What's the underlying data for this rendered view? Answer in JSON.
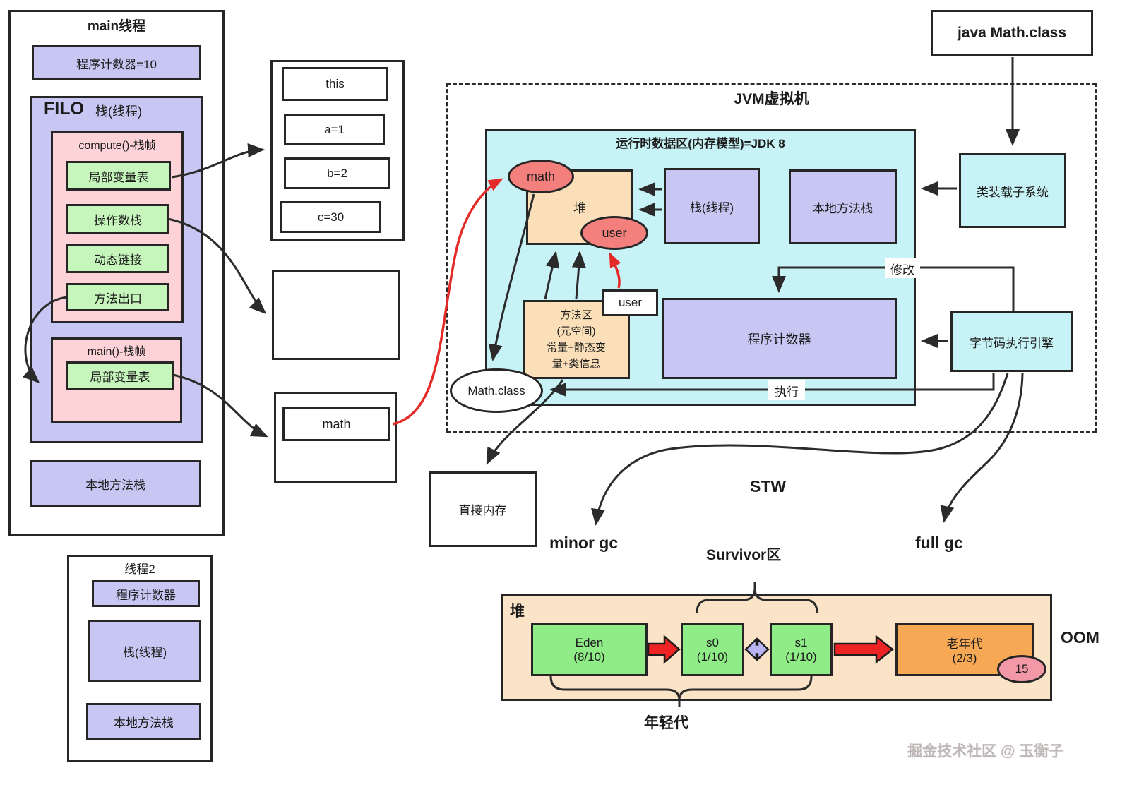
{
  "colors": {
    "purple": "#c8c6f2",
    "green": "#c6f6bc",
    "pink_frame": "#fdd3d7",
    "cyan": "#c8f3f6",
    "tan": "#fadfb8",
    "tan_light": "#fbe3c7",
    "bright_green": "#8fec87",
    "orange": "#f6a855",
    "oval_pink": "#f4807e",
    "age_pink": "#f398a6",
    "red_arrow": "#e42b28",
    "line": "#2b2b2b"
  },
  "main_thread": {
    "title": "main线程",
    "pc": "程序计数器=10",
    "filo_label": "FILO",
    "stack_label": "栈(线程)",
    "compute_frame": {
      "title": "compute()-栈帧",
      "items": [
        "局部变量表",
        "操作数栈",
        "动态链接",
        "方法出口"
      ]
    },
    "main_frame": {
      "title": "main()-栈帧",
      "items": [
        "局部变量表"
      ]
    },
    "native_stack": "本地方法栈"
  },
  "thread2": {
    "title": "线程2",
    "pc": "程序计数器",
    "stack": "栈(线程)",
    "native_stack": "本地方法栈"
  },
  "locals_box": {
    "items": [
      "this",
      "a=1",
      "b=2",
      "c=30"
    ]
  },
  "math_box": {
    "label": "math"
  },
  "jvm": {
    "title": "JVM虚拟机",
    "runtime_title": "运行时数据区(内存模型)=JDK 8",
    "heap_label": "堆",
    "math_oval": "math",
    "user_oval": "user",
    "stack": "栈(线程)",
    "native_stack": "本地方法栈",
    "method_area": [
      "方法区",
      "(元空间)",
      "常量+静态变",
      "量+类信息"
    ],
    "user_ref": "user",
    "pc": "程序计数器",
    "math_class": "Math.class",
    "modify_label": "修改",
    "execute_label": "执行"
  },
  "loader": {
    "java_class": "java Math.class",
    "class_loader": "类装载子系统",
    "engine": "字节码执行引擎"
  },
  "gc": {
    "direct_memory": "直接内存",
    "minor": "minor gc",
    "stw": "STW",
    "full": "full gc",
    "survivor": "Survivor区",
    "oom": "OOM",
    "young": "年轻代",
    "heap_label": "堆",
    "eden": [
      "Eden",
      "(8/10)"
    ],
    "s0": [
      "s0",
      "(1/10)"
    ],
    "s1": [
      "s1",
      "(1/10)"
    ],
    "old": [
      "老年代",
      "(2/3)"
    ],
    "age": "15"
  },
  "watermark": "掘金技术社区 @ 玉衡子"
}
